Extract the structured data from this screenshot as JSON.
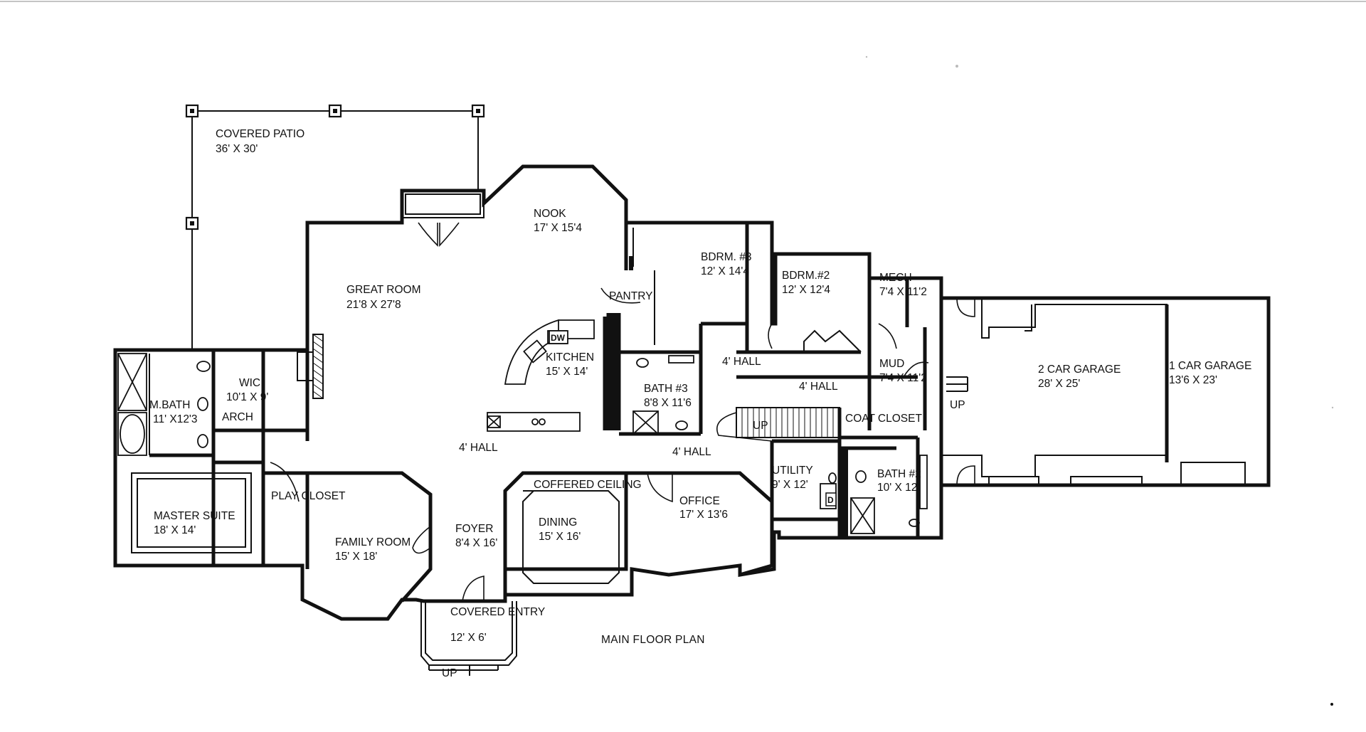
{
  "plan": {
    "title": "MAIN FLOOR PLAN",
    "rooms": [
      {
        "name": "COVERED PATIO",
        "size": "36' X 30'"
      },
      {
        "name": "NOOK",
        "size": "17' X 15'4"
      },
      {
        "name": "GREAT ROOM",
        "size": "21'8 X 27'8"
      },
      {
        "name": "BDRM. #3",
        "size": "12' X 14'4"
      },
      {
        "name": "BDRM.#2",
        "size": "12' X 12'4"
      },
      {
        "name": "MECH",
        "size": "7'4 X 11'2"
      },
      {
        "name": "PANTRY",
        "size": ""
      },
      {
        "name": "KITCHEN",
        "size": "15' X 14'"
      },
      {
        "name": "WIC",
        "size": "10'1 X 9'"
      },
      {
        "name": "M.BATH",
        "size": "11' X12'3"
      },
      {
        "name": "MUD",
        "size": "7'4 X 11'2"
      },
      {
        "name": "2 CAR GARAGE",
        "size": "28' X 25'"
      },
      {
        "name": "1 CAR GARAGE",
        "size": "13'6 X 23'"
      },
      {
        "name": "BATH #3",
        "size": "8'8 X 11'6"
      },
      {
        "name": "COAT CLOSET",
        "size": ""
      },
      {
        "name": "UTILITY",
        "size": "9' X 12'"
      },
      {
        "name": "BATH #2",
        "size": "10' X 12'"
      },
      {
        "name": "OFFICE",
        "size": "17' X 13'6"
      },
      {
        "name": "MASTER SUITE",
        "size": "18' X 14'"
      },
      {
        "name": "PLAY CLOSET",
        "size": ""
      },
      {
        "name": "FAMILY ROOM",
        "size": "15' X 18'"
      },
      {
        "name": "FOYER",
        "size": "8'4 X 16'"
      },
      {
        "name": "COFFERED CEILING",
        "size": ""
      },
      {
        "name": "DINING",
        "size": "15' X 16'"
      },
      {
        "name": "COVERED ENTRY",
        "size": "12' X 6'"
      }
    ],
    "labels": {
      "hall_nook": "4' HALL",
      "hall_bdrm": "4' HALL",
      "hall_left": "4' HALL",
      "hall_right": "4' HALL",
      "arch": "ARCH",
      "up_stair": "UP",
      "up_garage": "UP",
      "up_entry": "UP",
      "dw": "DW",
      "dryer": "D"
    }
  }
}
